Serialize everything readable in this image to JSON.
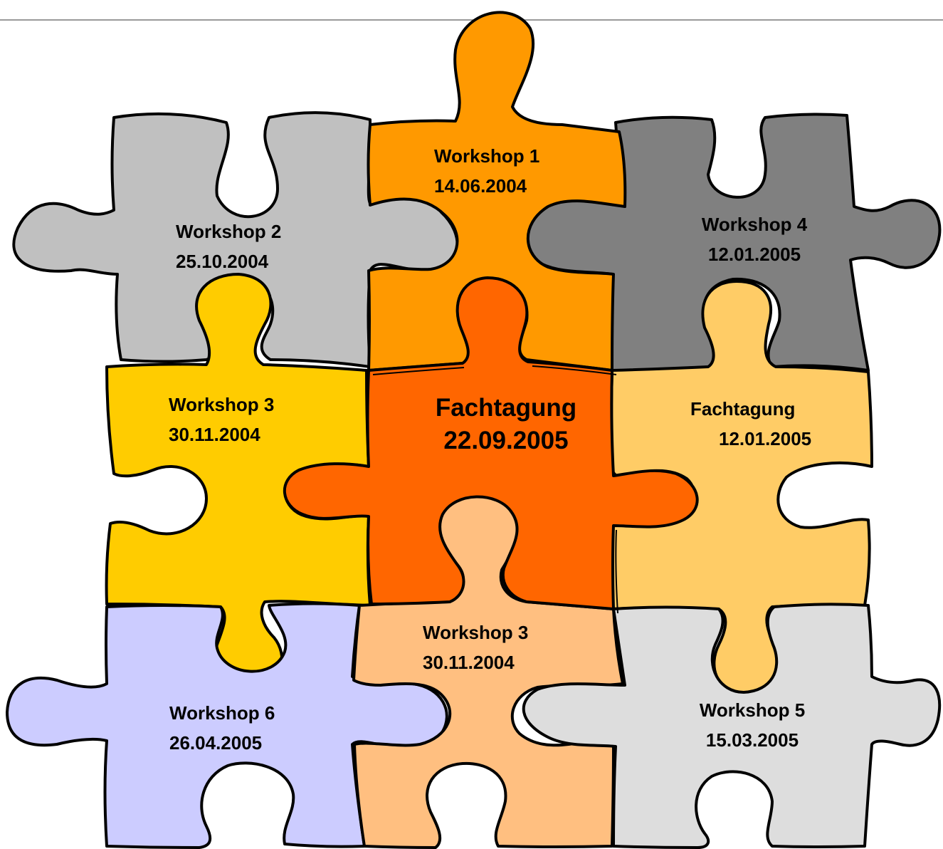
{
  "pieces": [
    {
      "id": "workshop-1",
      "title": "Workshop 1",
      "date": "14.06.2004",
      "color": "#FF9900"
    },
    {
      "id": "workshop-2",
      "title": "Workshop 2",
      "date": "25.10.2004",
      "color": "#C0C0C0"
    },
    {
      "id": "workshop-4",
      "title": "Workshop 4",
      "date": "12.01.2005",
      "color": "#808080"
    },
    {
      "id": "workshop-3-left",
      "title": "Workshop 3",
      "date": "30.11.2004",
      "color": "#FFCC00"
    },
    {
      "id": "fachtagung-center",
      "title": "Fachtagung",
      "date": "22.09.2005",
      "color": "#FF6600"
    },
    {
      "id": "fachtagung-right",
      "title": "Fachtagung",
      "date": "12.01.2005",
      "color": "#FFCC66"
    },
    {
      "id": "workshop-6",
      "title": "Workshop 6",
      "date": "26.04.2005",
      "color": "#CCCCFF"
    },
    {
      "id": "workshop-3-bottom",
      "title": "Workshop 3",
      "date": "30.11.2004",
      "color": "#FFBF80"
    },
    {
      "id": "workshop-5",
      "title": "Workshop 5",
      "date": "15.03.2005",
      "color": "#DDDDDD"
    }
  ]
}
